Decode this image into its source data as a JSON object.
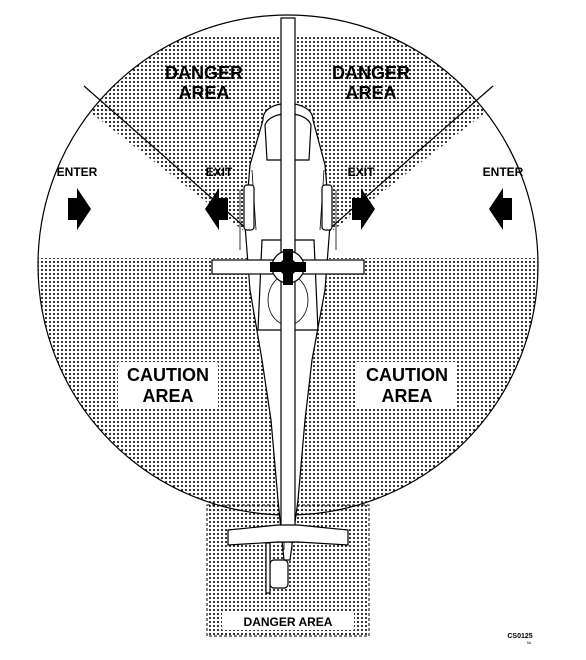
{
  "labels": {
    "danger_left_line1": "DANGER",
    "danger_left_line2": "AREA",
    "danger_right_line1": "DANGER",
    "danger_right_line2": "AREA",
    "enter_left": "ENTER",
    "exit_left": "EXIT",
    "exit_right": "EXIT",
    "enter_right": "ENTER",
    "caution_left_line1": "CAUTION",
    "caution_left_line2": "AREA",
    "caution_right_line1": "CAUTION",
    "caution_right_line2": "AREA",
    "danger_tail": "DANGER AREA",
    "figure_code": "CS0125",
    "figure_code_sub": "5A"
  },
  "colors": {
    "ink": "#000000",
    "paper": "#ffffff"
  },
  "icons": {
    "enter_left": "arrow-right-icon",
    "exit_left": "arrow-left-icon",
    "exit_right": "arrow-right-icon",
    "enter_right": "arrow-left-icon"
  }
}
